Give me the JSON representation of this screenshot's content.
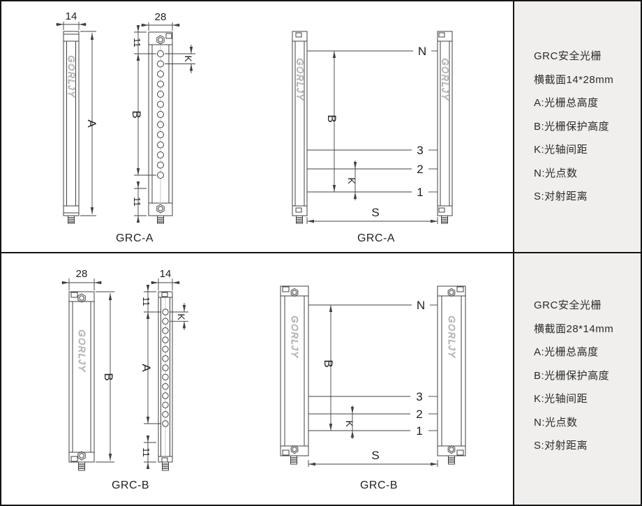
{
  "colors": {
    "line": "#404040",
    "panel_bg": "#f0efee",
    "border": "#141414",
    "logo": "#9a9a9a"
  },
  "logo_text": "GORLJY",
  "rows": [
    {
      "caption_left": "GRC-A",
      "caption_pair": "GRC-A",
      "dims": {
        "front_width": "14",
        "front_height": "A",
        "side_width": "28",
        "side_top": "11",
        "side_pitch": "K",
        "side_height": "B",
        "side_bottom": "11"
      },
      "pair": {
        "beam_n": "N",
        "beam_3": "3",
        "beam_2": "2",
        "beam_1": "1",
        "height": "B",
        "pitch": "K",
        "span": "S"
      },
      "panel": {
        "lines": [
          "GRC安全光栅",
          "横截面14*28mm",
          "A:光栅总高度",
          "B:光栅保护高度",
          "K:光轴间距",
          "N:光点数",
          "S:对射距离"
        ]
      }
    },
    {
      "caption_left": "GRC-B",
      "caption_pair": "GRC-B",
      "dims": {
        "front_width": "28",
        "front_height": "B",
        "side_width": "14",
        "side_top": "11",
        "side_pitch": "K",
        "side_height": "A",
        "side_bottom": "11"
      },
      "pair": {
        "beam_n": "N",
        "beam_3": "3",
        "beam_2": "2",
        "beam_1": "1",
        "height": "B",
        "pitch": "K",
        "span": "S"
      },
      "panel": {
        "lines": [
          "GRC安全光栅",
          "横截面28*14mm",
          "A:光栅总高度",
          "B:光栅保护高度",
          "K:光轴间距",
          "N:光点数",
          "S:对射距离"
        ]
      }
    }
  ]
}
